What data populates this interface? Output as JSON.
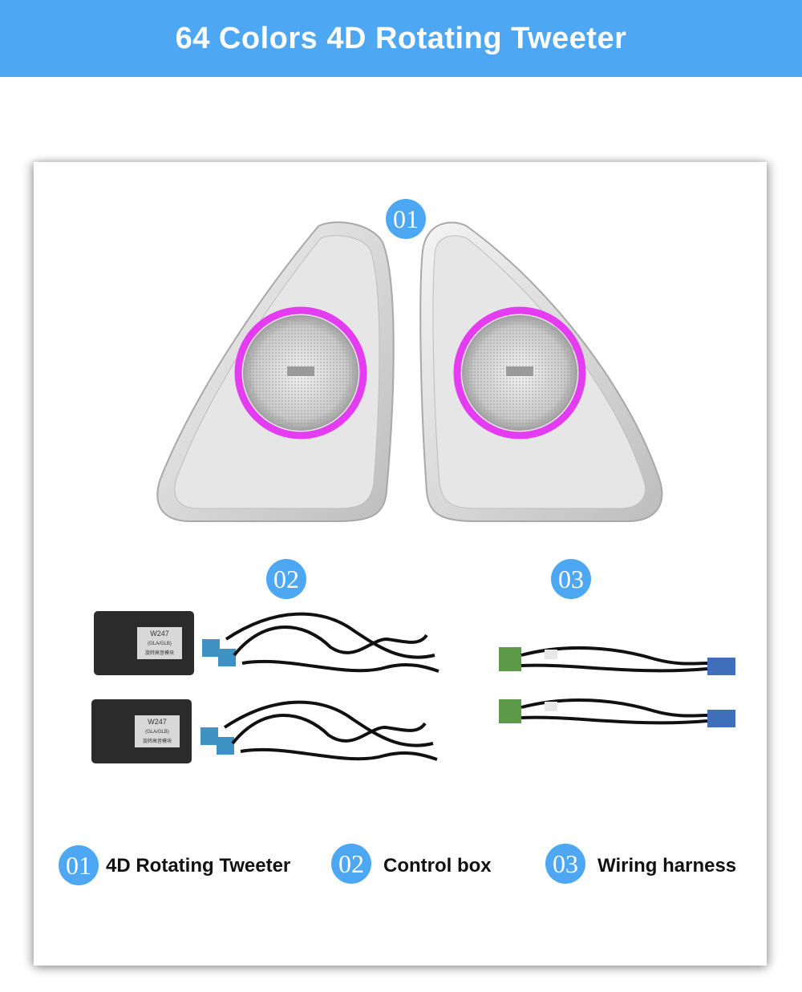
{
  "header": {
    "title": "64 Colors 4D Rotating Tweeter"
  },
  "markers": {
    "m1": "01",
    "m2": "02",
    "m3": "03"
  },
  "box_label": {
    "model": "W247",
    "variant": "(GLA/GLB)",
    "cn": "旋转高音模块"
  },
  "legend": [
    {
      "num": "01",
      "label": "4D Rotating Tweeter"
    },
    {
      "num": "02",
      "label": "Control box"
    },
    {
      "num": "03",
      "label": "Wiring harness"
    }
  ],
  "colors": {
    "accent": "#4da7f2",
    "ring_glow": "#e43cf0",
    "bezel": "#cfcfcf"
  }
}
